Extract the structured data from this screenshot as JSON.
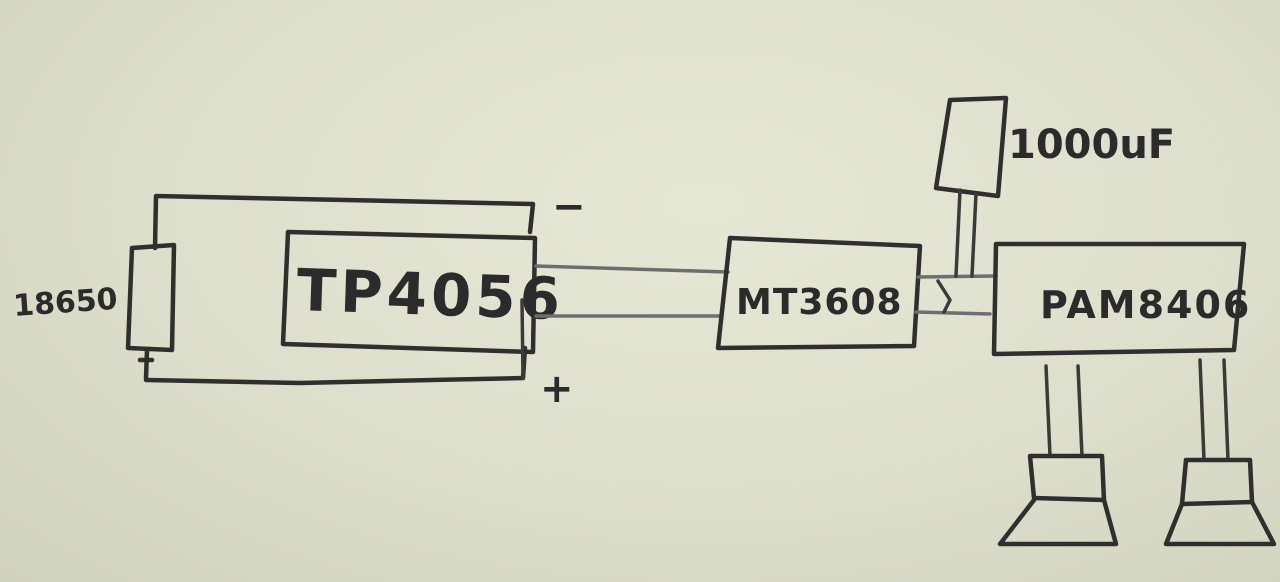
{
  "diagram": {
    "components": {
      "battery": "18650",
      "charger": "TP4056",
      "boost": "MT3608",
      "amp": "PAM8406",
      "capacitor": "1000uF"
    },
    "polarity": {
      "minus": "−",
      "plus": "+"
    },
    "colors": {
      "paper": "#dcdfcb",
      "ink": "#2f2f30",
      "wire": "#6d6e70"
    }
  }
}
